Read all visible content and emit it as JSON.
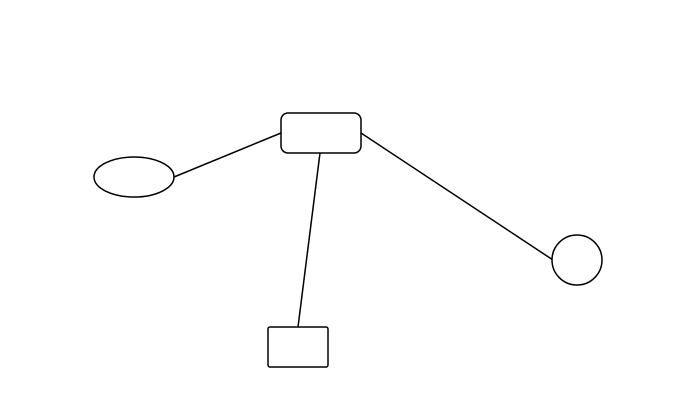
{
  "diagram": {
    "nodes": [
      {
        "id": "center",
        "shape": "rounded-rectangle",
        "label": ""
      },
      {
        "id": "left",
        "shape": "ellipse",
        "label": ""
      },
      {
        "id": "right",
        "shape": "circle",
        "label": ""
      },
      {
        "id": "bottom",
        "shape": "rectangle",
        "label": ""
      }
    ],
    "edges": [
      {
        "from": "center",
        "to": "left"
      },
      {
        "from": "center",
        "to": "bottom"
      },
      {
        "from": "center",
        "to": "right"
      }
    ],
    "colors": {
      "stroke": "#000000",
      "fill": "#ffffff",
      "background": "#ffffff"
    }
  }
}
